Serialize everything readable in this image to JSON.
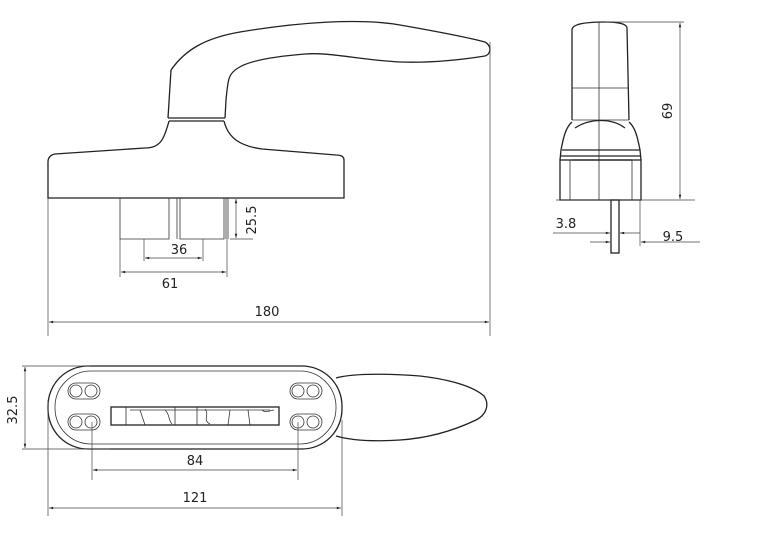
{
  "drawing": {
    "front_view": {
      "dim_overall_length": "180",
      "dim_spindle_height": "25.5",
      "dim_inner_spacing": "36",
      "dim_outer_spacing": "61"
    },
    "side_view": {
      "dim_height": "69",
      "dim_spindle_width": "3.8",
      "dim_offset": "9.5"
    },
    "bottom_view": {
      "dim_base_width": "32.5",
      "dim_hole_spacing": "84",
      "dim_base_length": "121"
    },
    "line_color": "#222222"
  }
}
